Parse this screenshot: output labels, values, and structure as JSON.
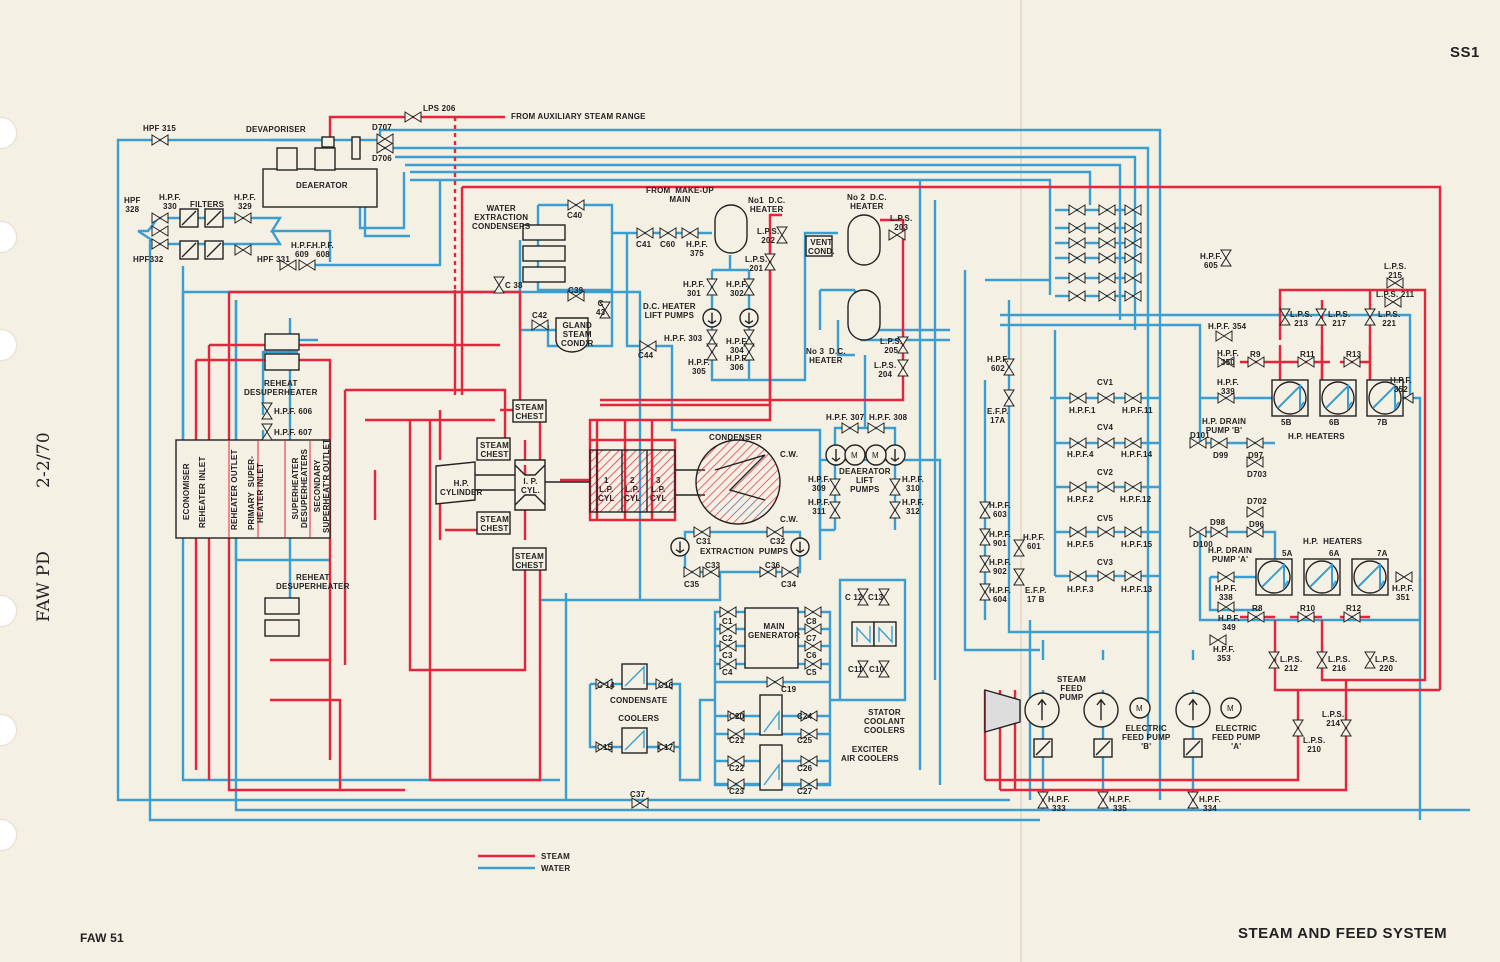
{
  "colors": {
    "steam": "#e8243a",
    "water": "#3a9fd0",
    "paper": "#f4f0e4",
    "ink": "#222222"
  },
  "icons": {
    "valve": "valve-icon",
    "pump": "pump-icon",
    "motor": "motor-icon",
    "heater": "heat-exchanger-icon",
    "filter": "filter-icon"
  },
  "header": {
    "sheet_code": "SS1"
  },
  "footer": {
    "title": "STEAM AND FEED SYSTEM",
    "page_ref": "FAW 51"
  },
  "margin": {
    "doc_code": "FAW PD",
    "date": "2-2/70"
  },
  "legend": {
    "steam": "STEAM",
    "water": "WATER"
  },
  "labels": {
    "hpf315": "HPF 315",
    "devaporiser": "DEVAPORISER",
    "d707": "D707",
    "d706": "D706",
    "lps206": "LPS 206",
    "aux_steam": "FROM AUXILIARY STEAM RANGE",
    "deaerator": "DEAERATOR",
    "hpf328": "HPF\n328",
    "hpf330": "H.P.F.\n330",
    "filters": "FILTERS",
    "hpf329": "H.P.F.\n329",
    "hpf332": "HPF332",
    "hpf331": "HPF 331",
    "hpf609": "H.P.F.\n609",
    "hpf608": "H.P.F.\n608",
    "water_extraction": "WATER\nEXTRACTION\nCONDENSERS",
    "c40": "C40",
    "c38": "C 38",
    "c39": "C39",
    "c43": "C\n43",
    "c42": "C42",
    "gland": "GLAND\nSTEAM\nCOND'R",
    "c44": "C44",
    "makeup": "FROM  MAKE-UP\nMAIN",
    "c41": "C41",
    "c60": "C60",
    "hpf375": "H.P.F.\n375",
    "no1": "No1  D.C.\nHEATER",
    "lps202": "L.P.S.\n202",
    "lps201": "L.P.S.\n201",
    "hpf301": "H.P.F.\n301",
    "hpf302": "H.P.F.\n302",
    "dc_lift": "D.C. HEATER\nLIFT PUMPS",
    "hpf303": "H.P.F. 303",
    "hpf304": "H.P.F.\n304",
    "hpf306": "H.P.F.\n306",
    "hpf305": "H.P.F.\n305",
    "vent": "VENT\nCOND.",
    "no2": "No 2  D.C.\nHEATER",
    "lps203": "L.P.S.\n203",
    "no3": "No 3  D.C.\nHEATER",
    "lps205": "L.P.S.\n205",
    "lps204": "L.P.S.\n204",
    "reheat_desup_top": "REHEAT\nDESUPERHEATER",
    "hpf606": "H.P.F. 606",
    "hpf607": "H.P.F. 607",
    "economiser": "ECONOMISER",
    "reheater_inlet": "REHEATER INLET",
    "reheater_outlet": "REHEATER OUTLET",
    "primary_sh": "PRIMARY  SUPER-\nHEATER INLET",
    "sh_desup": "SUPERHEATER\nDESUPERHEATERS",
    "secondary_sh": "SECONDARY\nSUPERHEAT'R OUTLET",
    "steam_chest_1": "STEAM\nCHEST",
    "steam_chest_2": "STEAM\nCHEST",
    "steam_chest_3": "STEAM\nCHEST",
    "steam_chest_4": "STEAM\nCHEST",
    "hp_cyl": "H.P.\nCYLINDER",
    "ip_cyl": "I. P.\nCYL.",
    "lp1": "1\nL.P.\nCYL",
    "lp2": "2\nL.P.\nCYL",
    "lp3": "3\nL.P.\nCYL",
    "condenser": "CONDENSER",
    "cw1": "C.W.",
    "cw2": "C.W.",
    "c31": "C31",
    "c32": "C32",
    "extraction_pumps": "EXTRACTION  PUMPS",
    "c33": "C33",
    "c36": "C36",
    "c35": "C35",
    "c34": "C34",
    "hpf307": "H.P.F. 307",
    "hpf308": "H.P.F. 308",
    "deaerator_lift": "DEAERATOR\nLIFT\nPUMPS",
    "hpf309": "H.P.F.\n309",
    "hpf310": "H.P.F.\n310",
    "hpf311": "H.P.F.\n311",
    "hpf312": "H.P.F.\n312",
    "reheat_desup_bot": "REHEAT\nDESUPERHEATER",
    "main_gen": "MAIN\nGENERATOR",
    "c1": "C1",
    "c2": "C2",
    "c3": "C3",
    "c4": "C4",
    "c5": "C5",
    "c6": "C6",
    "c7": "C7",
    "c8": "C8",
    "c12": "C 12",
    "c13": "C13",
    "c11": "C11",
    "c10": "C10",
    "c19": "C19",
    "c14": "C 14",
    "c16": "C16",
    "condensate_coolers": "CONDENSATE\n\nCOOLERS",
    "c15": "C15",
    "c17": "C17",
    "c20": "C20",
    "c21": "C21",
    "c22": "C22",
    "c23": "C23",
    "c24": "C24",
    "c25": "C25",
    "c26": "C26",
    "c27": "C27",
    "exciter": "EXCITER\nAIR COOLERS",
    "stator": "STATOR\nCOOLANT\nCOOLERS",
    "c37": "C37",
    "hpf605": "H.P.F.\n605",
    "lps215": "L.P.S.\n215",
    "lps211": "L.P.S. 211",
    "lps213": "L.P.S.\n213",
    "lps217": "L.P.S.\n217",
    "lps221": "L.P.S.\n221",
    "hpf354": "H.P.F. 354",
    "hpf350": "H.P.F.\n350",
    "r9": "R9",
    "r11": "R11",
    "r13": "R13",
    "hpf339": "H.P.F.\n339",
    "hpf352": "H.P.F.\n352",
    "h5b": "5B",
    "h6b": "6B",
    "h7b": "7B",
    "drain_pump_b": "H.P. DRAIN\nPUMP 'B'",
    "hp_heaters_b": "H.P. HEATERS",
    "d101": "D101",
    "d99": "D99",
    "d97": "D97",
    "d703": "D703",
    "hpf602": "H.P.F.\n602",
    "efp17a": "E.F.P.\n17A",
    "cv1": "CV1",
    "hpf1": "H.P.F.1",
    "hpf11": "H.P.F.11",
    "cv4": "CV4",
    "hpf4": "H.P.F.4",
    "hpf14": "H.P.F.14",
    "cv2": "CV2",
    "hpf2": "H.P.F.2",
    "hpf12": "H.P.F.12",
    "cv5": "CV5",
    "hpf5": "H.P.F.5",
    "hpf15": "H.P.F.15",
    "cv3": "CV3",
    "hpf3": "H.P.F.3",
    "hpf13": "H.P.F.13",
    "hpf603": "H.P.F.\n603",
    "hpf901": "H.P.F.\n901",
    "hpf902": "H.P.F.\n902",
    "hpf604": "H.P.F.\n604",
    "hpf601": "H.P.F.\n601",
    "efp17b": "E.F.P.\n17 B",
    "d702": "D702",
    "d98": "D98",
    "d96": "D96",
    "d100": "D100",
    "drain_pump_a": "H.P. DRAIN\nPUMP 'A'",
    "hp_heaters_a": "H.P.  HEATERS",
    "h5a": "5A",
    "h6a": "6A",
    "h7a": "7A",
    "hpf338": "H.P.F.\n338",
    "hpf349": "H.P.F.\n349",
    "hpf353": "H.P.F.\n353",
    "hpf351": "H.P.F.\n351",
    "r8": "R8",
    "r10": "R10",
    "r12": "R12",
    "lps212": "L.P.S.\n212",
    "lps216": "L.P.S.\n216",
    "lps220": "L.P.S.\n220",
    "lps214": "L.P.S.\n214",
    "lps210": "L.P.S.\n210",
    "steam_feed_pump": "STEAM\nFEED\nPUMP",
    "efp_b": "ELECTRIC\nFEED PUMP\n'B'",
    "efp_a": "ELECTRIC\nFEED PUMP\n'A'",
    "hpf333": "H.P.F.\n333",
    "hpf335": "H.P.F.\n335",
    "hpf334": "H.P.F.\n334"
  }
}
